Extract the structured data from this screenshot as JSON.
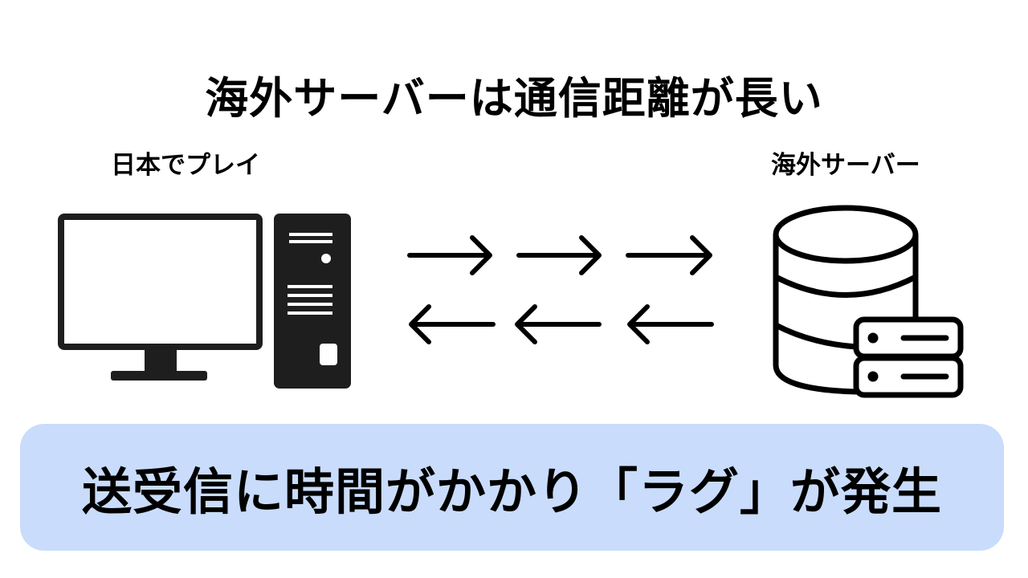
{
  "title": "海外サーバーは通信距離が長い",
  "client_label": "日本でプレイ",
  "server_label": "海外サーバー",
  "icons": {
    "client": [
      "monitor-icon",
      "pc-tower-icon"
    ],
    "arrows": [
      "arrow-right-icon",
      "arrow-left-icon"
    ],
    "server": "database-server-icon"
  },
  "banner": {
    "text": "送受信に時間がかかり「ラグ」が発生",
    "color": "#c9dcfb"
  }
}
